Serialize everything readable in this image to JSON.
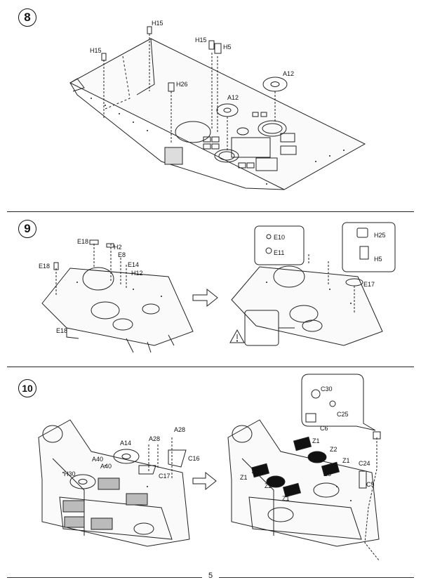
{
  "page": {
    "number": "5"
  },
  "steps": [
    {
      "number": "8",
      "labels": [
        "H15",
        "H15",
        "H15",
        "H5",
        "H26",
        "A12",
        "A12"
      ]
    },
    {
      "number": "9",
      "labels": [
        "E18",
        "H2",
        "E8",
        "E18",
        "E14",
        "H12",
        "E18",
        "E10",
        "E11",
        "H25",
        "H5",
        "E17"
      ]
    },
    {
      "number": "10",
      "labels": [
        "A14",
        "A28",
        "A28",
        "C16",
        "A40",
        "A40",
        "H30",
        "C17",
        "C30",
        "C25",
        "C6",
        "Z1",
        "Z2",
        "Z1",
        "Z1",
        "Z2",
        "E6",
        "Z1",
        "C24",
        "C5"
      ]
    }
  ]
}
